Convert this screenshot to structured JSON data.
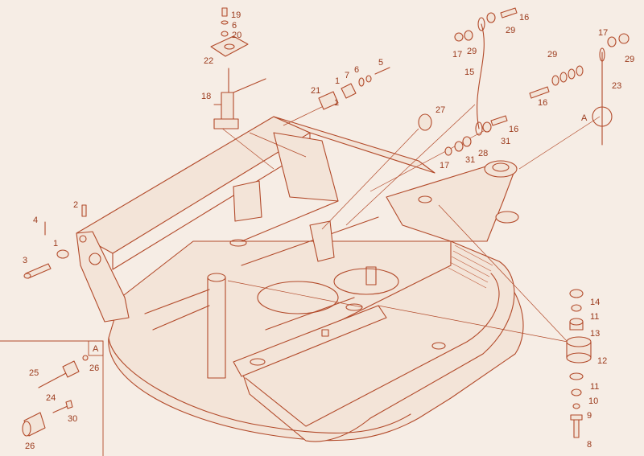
{
  "colors": {
    "background": "#f6ede5",
    "line": "#b24a2a",
    "text": "#9b3a1c"
  },
  "inset_label": "A",
  "detail_marker": "A",
  "callouts": {
    "c1a": "1",
    "c2": "2",
    "c3": "3",
    "c4": "4",
    "c1b": "1",
    "c19": "19",
    "c6a": "6",
    "c20": "20",
    "c22": "22",
    "c18": "18",
    "c21": "21",
    "c1c": "1",
    "c7": "7",
    "c6b": "6",
    "c5": "5",
    "c27": "27",
    "c16a": "16",
    "c29a": "29",
    "c17a": "17",
    "c29b": "29",
    "c15": "15",
    "c16b": "16",
    "c31a": "31",
    "c28": "28",
    "c31b": "31",
    "c17b": "17",
    "c17c": "17",
    "c29c": "29",
    "c29d": "29",
    "c16c": "16",
    "c23": "23",
    "c14": "14",
    "c11a": "11",
    "c13": "13",
    "c12": "12",
    "c11b": "11",
    "c10": "10",
    "c9": "9",
    "c8": "8",
    "c25": "25",
    "c26a": "26",
    "c24": "24",
    "c30": "30",
    "c26b": "26"
  }
}
